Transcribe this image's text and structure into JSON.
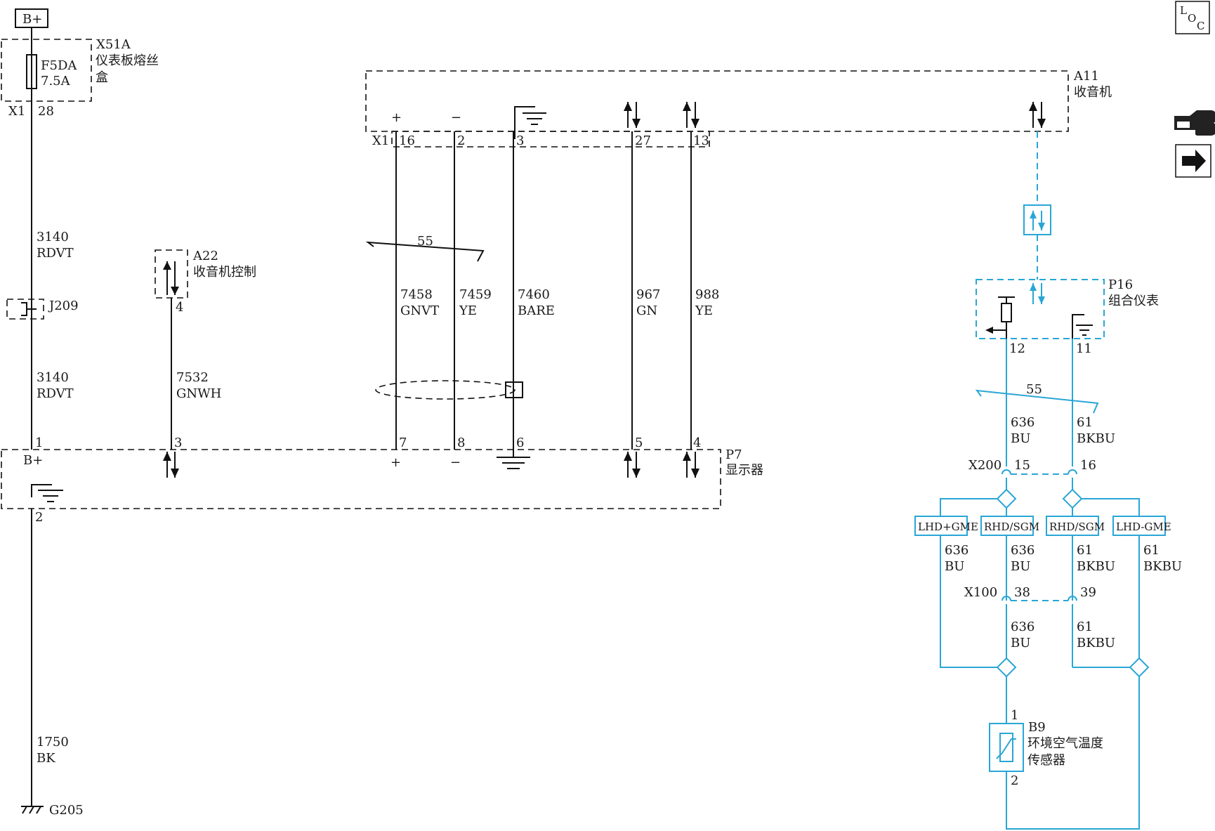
{
  "power": {
    "label": "B+"
  },
  "fuse_box": {
    "id": "X51A",
    "name": "仪表板熔丝",
    "name2": "盒",
    "fuse": "F5DA",
    "rating": "7.5A",
    "connector": "X1",
    "pin": "28"
  },
  "wire_power": {
    "circuit": "3140",
    "color": "RDVT"
  },
  "connector_j209": {
    "label": "J209"
  },
  "wire_power_lower": {
    "circuit": "3140",
    "color": "RDVT"
  },
  "radio_control": {
    "id": "A22",
    "name": "收音机控制",
    "pin": "4"
  },
  "wire_control": {
    "circuit": "7532",
    "color": "GNWH"
  },
  "radio": {
    "id": "A11",
    "name": "收音机",
    "connector": "X1",
    "plus": "+",
    "minus": "−",
    "pins": [
      "16",
      "2",
      "3",
      "27",
      "13"
    ]
  },
  "twisted_pair": {
    "label": "55"
  },
  "radio_wires": [
    {
      "circuit": "7458",
      "color": "GNVT"
    },
    {
      "circuit": "7459",
      "color": "YE"
    },
    {
      "circuit": "7460",
      "color": "BARE"
    },
    {
      "circuit": "967",
      "color": "GN"
    },
    {
      "circuit": "988",
      "color": "YE"
    }
  ],
  "display": {
    "id": "P7",
    "name": "显示器",
    "power_label": "B+",
    "plus": "+",
    "minus": "−",
    "pins": [
      "1",
      "3",
      "7",
      "8",
      "6",
      "5",
      "4"
    ],
    "ground_pin": "2"
  },
  "ground_wire": {
    "circuit": "1750",
    "color": "BK"
  },
  "ground": {
    "label": "G205"
  },
  "cluster": {
    "id": "P16",
    "name": "组合仪表",
    "pin_a": "12",
    "pin_b": "11"
  },
  "twisted_pair_2": {
    "label": "55"
  },
  "cluster_wires": [
    {
      "circuit": "636",
      "color": "BU"
    },
    {
      "circuit": "61",
      "color": "BKBU"
    }
  ],
  "inline_x200": {
    "id": "X200",
    "pin_a": "15",
    "pin_b": "16"
  },
  "options": [
    "LHD+GME",
    "RHD/SGM",
    "RHD/SGM",
    "LHD-GME"
  ],
  "option_wires": [
    {
      "circuit": "636",
      "color": "BU"
    },
    {
      "circuit": "636",
      "color": "BU"
    },
    {
      "circuit": "61",
      "color": "BKBU"
    },
    {
      "circuit": "61",
      "color": "BKBU"
    }
  ],
  "inline_x100": {
    "id": "X100",
    "pin_a": "38",
    "pin_b": "39"
  },
  "lower_wires": [
    {
      "circuit": "636",
      "color": "BU"
    },
    {
      "circuit": "61",
      "color": "BKBU"
    }
  ],
  "sensor": {
    "id": "B9",
    "name": "环境空气温度",
    "name2": "传感器",
    "pin_top": "1",
    "pin_bottom": "2"
  },
  "loc_badge": {
    "l": "L",
    "o": "O",
    "c": "C"
  },
  "colors": {
    "wire": "#111111",
    "can_wire": "#29a6d6"
  }
}
